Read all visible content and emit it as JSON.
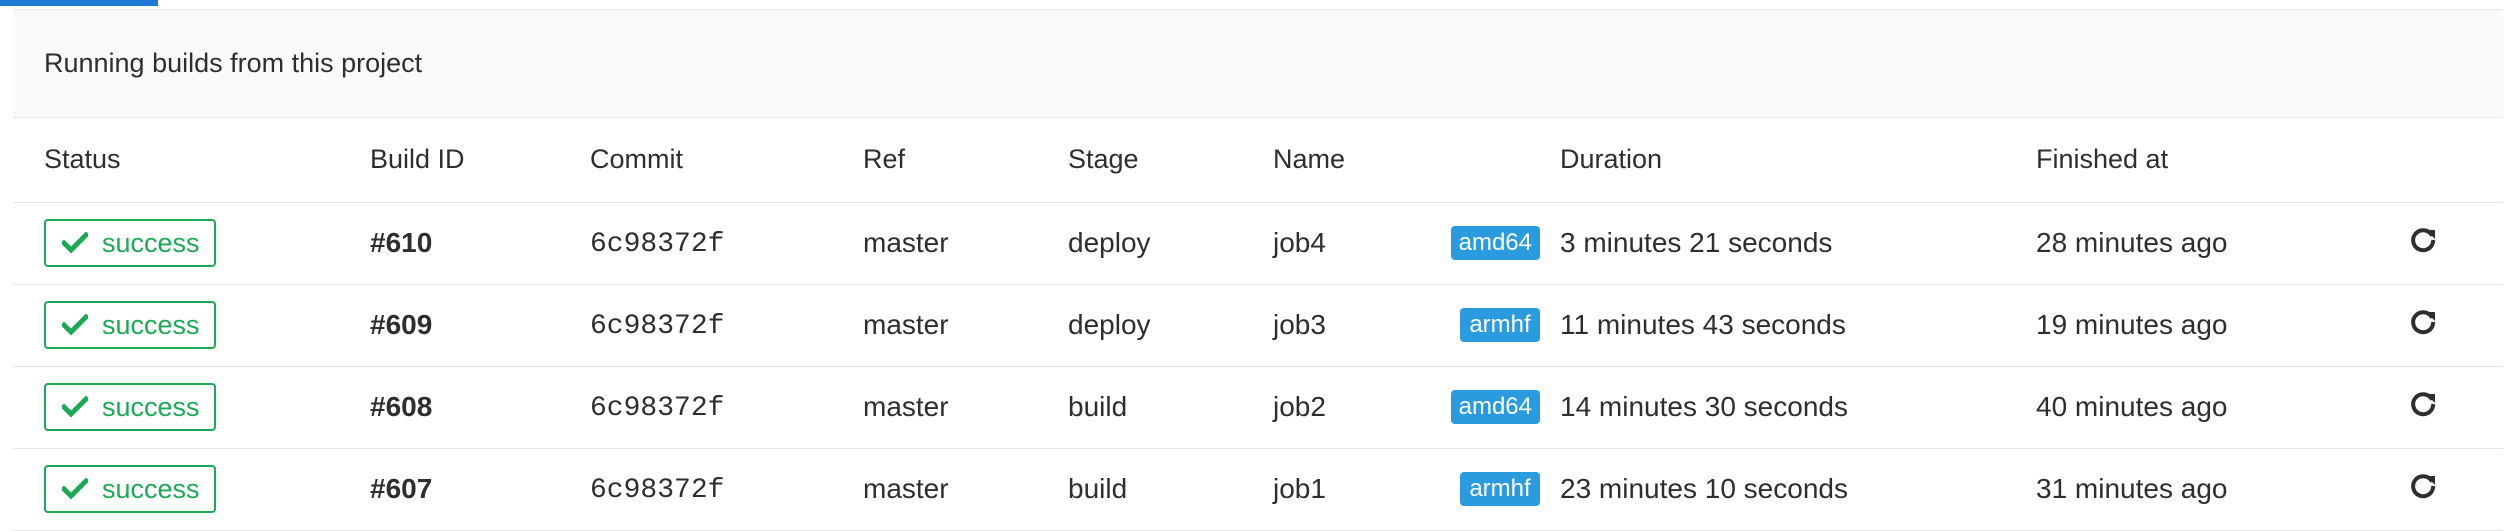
{
  "panel": {
    "title": "Running builds from this project"
  },
  "table": {
    "headers": {
      "status": "Status",
      "build_id": "Build ID",
      "commit": "Commit",
      "ref": "Ref",
      "stage": "Stage",
      "name": "Name",
      "duration": "Duration",
      "finished_at": "Finished at"
    },
    "rows": [
      {
        "status": "success",
        "status_icon": "check-icon",
        "build_id": "#610",
        "commit": "6c98372f",
        "ref": "master",
        "stage": "deploy",
        "name": "job4",
        "tag": "amd64",
        "duration": "3 minutes 21 seconds",
        "finished_at": "28 minutes ago",
        "action_icon": "retry-icon"
      },
      {
        "status": "success",
        "status_icon": "check-icon",
        "build_id": "#609",
        "commit": "6c98372f",
        "ref": "master",
        "stage": "deploy",
        "name": "job3",
        "tag": "armhf",
        "duration": "11 minutes 43 seconds",
        "finished_at": "19 minutes ago",
        "action_icon": "retry-icon"
      },
      {
        "status": "success",
        "status_icon": "check-icon",
        "build_id": "#608",
        "commit": "6c98372f",
        "ref": "master",
        "stage": "build",
        "name": "job2",
        "tag": "amd64",
        "duration": "14 minutes 30 seconds",
        "finished_at": "40 minutes ago",
        "action_icon": "retry-icon"
      },
      {
        "status": "success",
        "status_icon": "check-icon",
        "build_id": "#607",
        "commit": "6c98372f",
        "ref": "master",
        "stage": "build",
        "name": "job1",
        "tag": "armhf",
        "duration": "23 minutes 10 seconds",
        "finished_at": "31 minutes ago",
        "action_icon": "retry-icon"
      }
    ]
  },
  "colors": {
    "success": "#1aaa55",
    "tag": "#2b9be0",
    "border": "#e5e5e5",
    "heading_background": "#fafafa",
    "active_tab": "#1f78d1"
  }
}
